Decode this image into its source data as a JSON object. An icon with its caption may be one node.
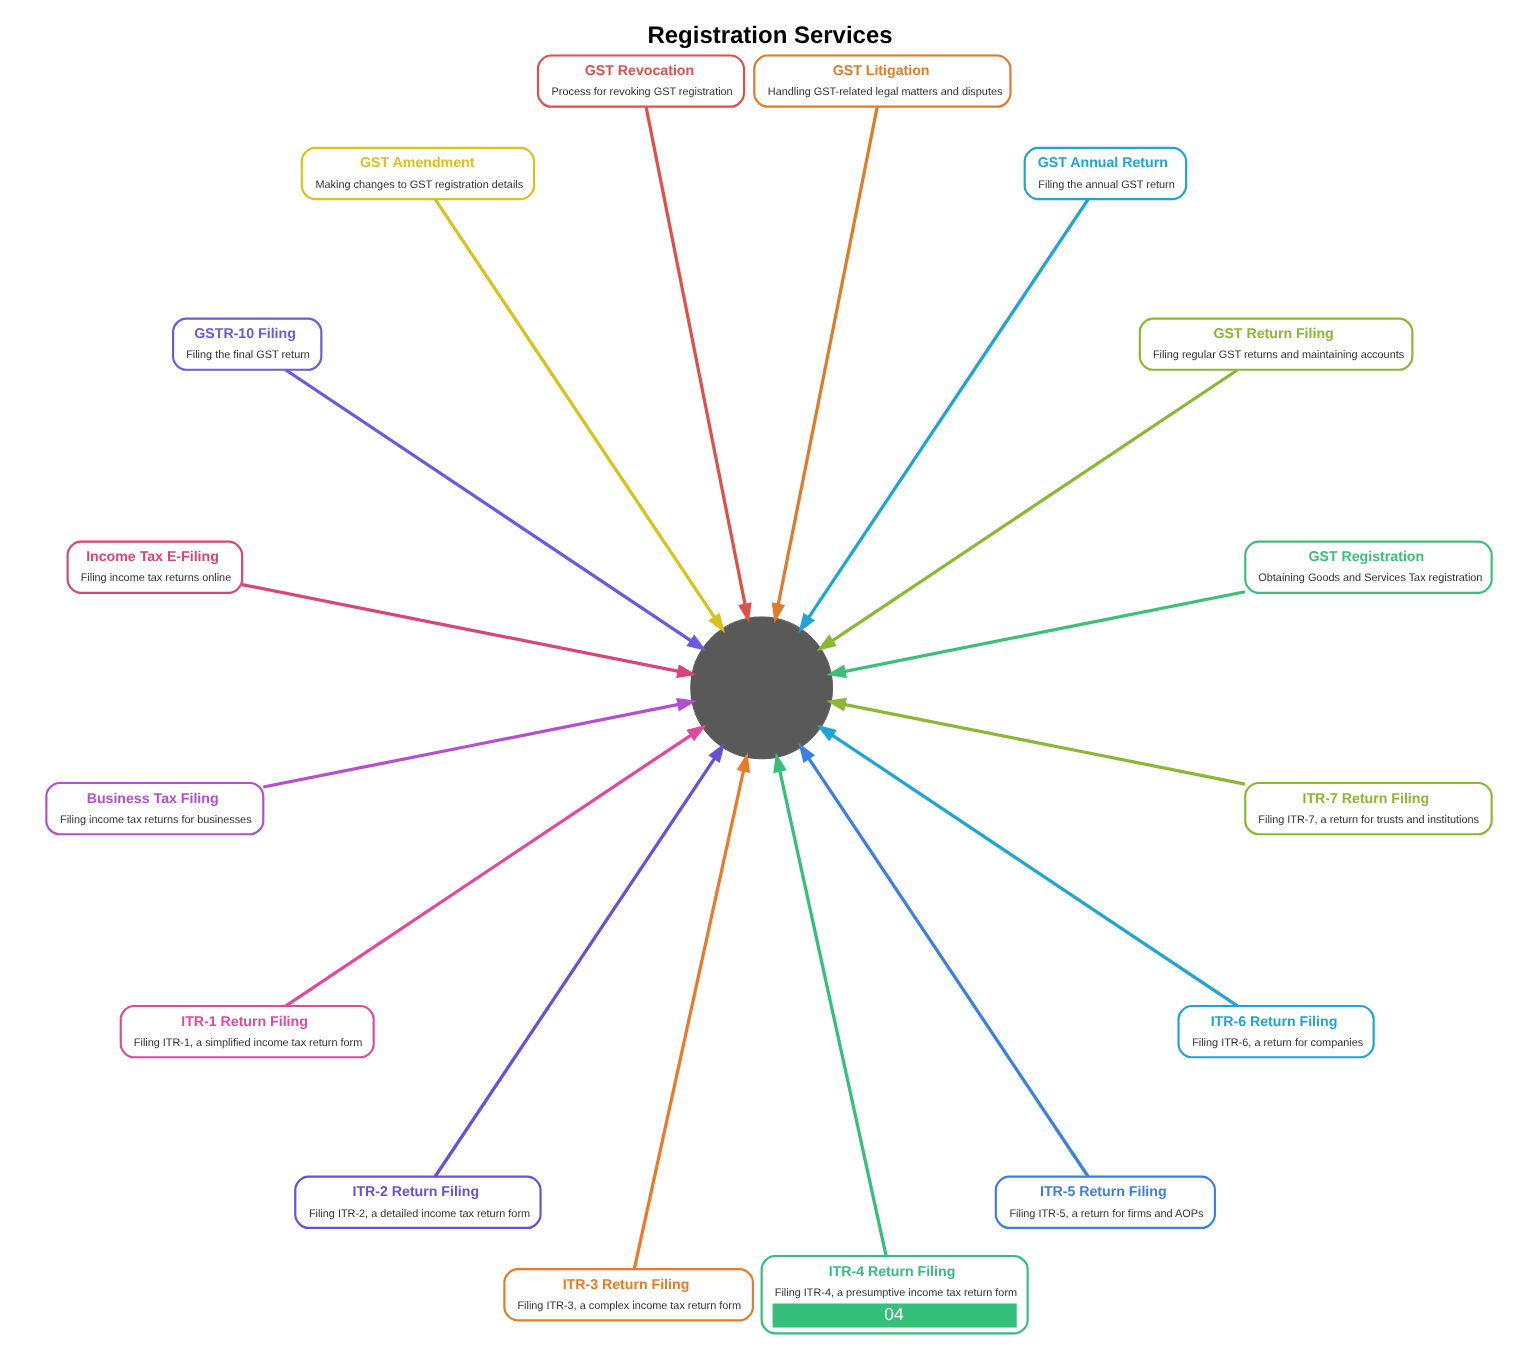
{
  "diagram": {
    "title": "Registration Services",
    "nodes": [
      {
        "text": [],
        "shape": "circle"
      },
      {
        "text": [
          "GST Registration",
          "Obtaining Goods and Services Tax registration"
        ]
      },
      {
        "text": [
          "GST Return Filing",
          "Filing regular GST returns and maintaining accounts"
        ]
      },
      {
        "text": [
          "GST Annual Return",
          "Filing the annual GST return"
        ]
      },
      {
        "text": [
          "GST Litigation",
          "Handling GST-related legal matters and disputes"
        ]
      },
      {
        "text": [
          "GST Revocation",
          "Process for revoking GST registration"
        ]
      },
      {
        "text": [
          "GST Amendment",
          "Making changes to GST registration details"
        ]
      },
      {
        "text": [
          "GSTR-10 Filing",
          "Filing the final GST return"
        ]
      },
      {
        "text": [
          "Income Tax E-Filing",
          "Filing income tax returns online"
        ]
      },
      {
        "text": [
          "Business Tax Filing",
          "Filing income tax returns for businesses"
        ]
      },
      {
        "text": [
          "ITR-1 Return Filing",
          "Filing ITR-1, a simplified income tax return form"
        ]
      },
      {
        "text": [
          "ITR-2 Return Filing",
          "Filing ITR-2, a detailed income tax return form"
        ]
      },
      {
        "text": [
          "ITR-3 Return Filing",
          "Filing ITR-3, a complex income tax return form"
        ]
      },
      {
        "text": [
          "ITR-4 Return Filing",
          "Filing ITR-4, a presumptive income tax return form",
          "04"
        ]
      },
      {
        "text": [
          "ITR-5 Return Filing",
          "Filing ITR-5, a return for firms and AOPs"
        ]
      },
      {
        "text": [
          "ITR-6 Return Filing",
          "Filing ITR-6, a return for companies"
        ]
      },
      {
        "text": [
          "ITR-7 Return Filing",
          "Filing ITR-7, a return for trusts and institutions"
        ]
      }
    ],
    "edges": [
      {
        "from": 1,
        "to": 0,
        "arrow": "to",
        "color": "#3dbf7a"
      },
      {
        "from": 2,
        "to": 0,
        "arrow": "to",
        "color": "#8ab833"
      },
      {
        "from": 3,
        "to": 0,
        "arrow": "to",
        "color": "#1ea5d8"
      },
      {
        "from": 4,
        "to": 0,
        "arrow": "to",
        "color": "#e07b27"
      },
      {
        "from": 5,
        "to": 0,
        "arrow": "to",
        "color": "#e0504a"
      },
      {
        "from": 6,
        "to": 0,
        "arrow": "to",
        "color": "#d9c21a"
      },
      {
        "from": 7,
        "to": 0,
        "arrow": "to",
        "color": "#6a5ae0"
      },
      {
        "from": 8,
        "to": 0,
        "arrow": "to",
        "color": "#d9457a"
      },
      {
        "from": 9,
        "to": 0,
        "arrow": "to",
        "color": "#b54fd1"
      },
      {
        "from": 10,
        "to": 0,
        "arrow": "to",
        "color": "#e04a9e"
      },
      {
        "from": 11,
        "to": 0,
        "arrow": "to",
        "color": "#6a4fd8"
      },
      {
        "from": 12,
        "to": 0,
        "arrow": "to",
        "color": "#ea7a2a"
      },
      {
        "from": 13,
        "to": 0,
        "arrow": "to",
        "color": "#34c07a"
      },
      {
        "from": 14,
        "to": 0,
        "arrow": "to",
        "color": "#3b7fe0"
      },
      {
        "from": 15,
        "to": 0,
        "arrow": "to",
        "color": "#1ea5d8"
      },
      {
        "from": 16,
        "to": 0,
        "arrow": "to",
        "color": "#8ab833"
      }
    ]
  }
}
